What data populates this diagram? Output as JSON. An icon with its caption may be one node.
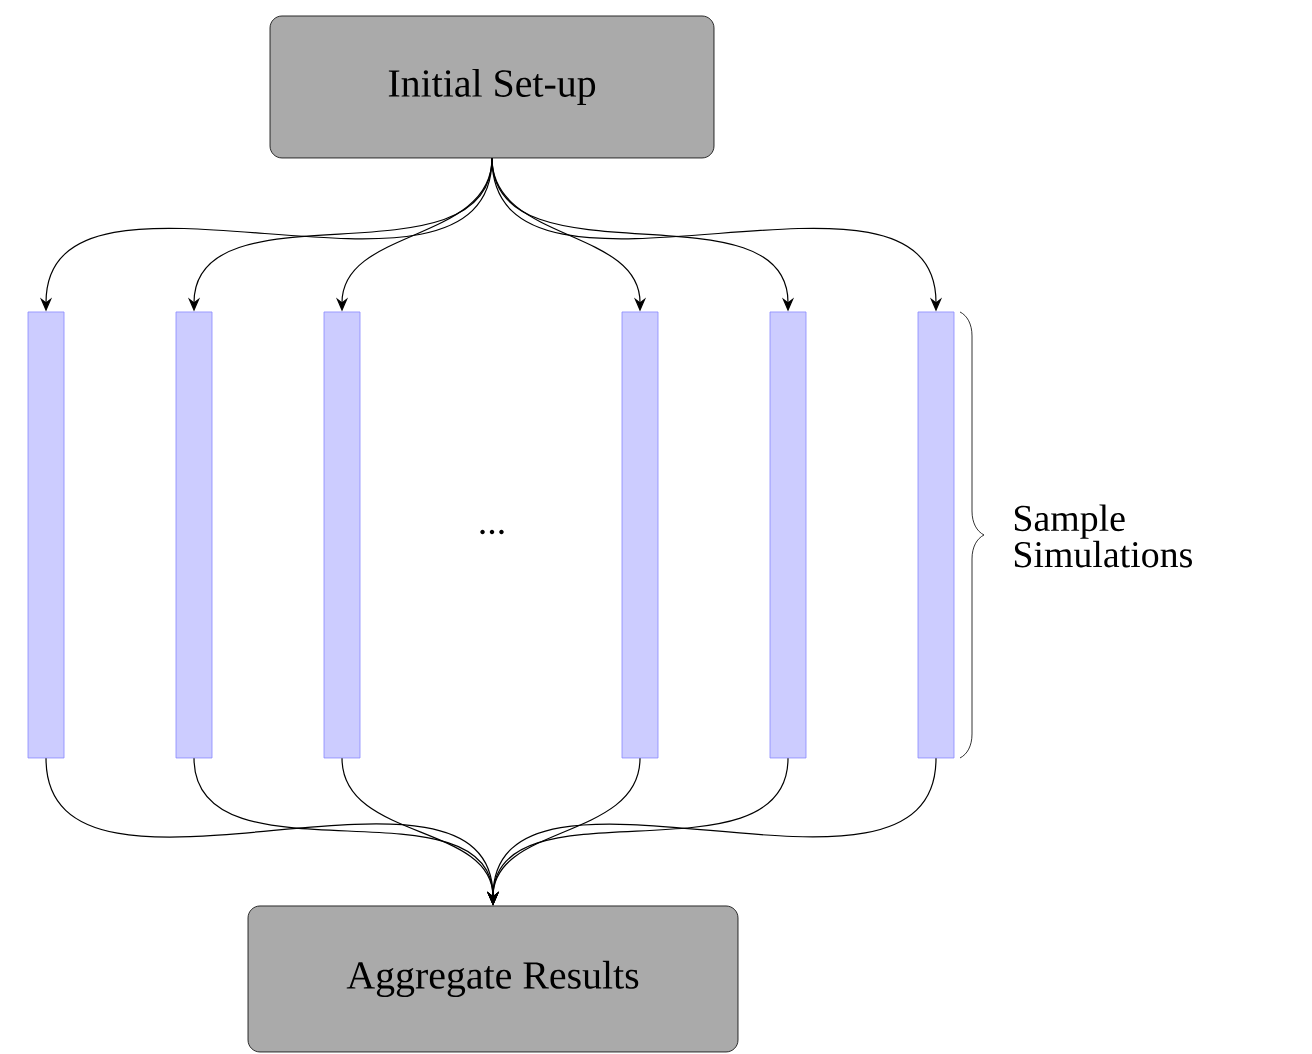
{
  "diagram": {
    "nodes": [
      {
        "text": [
          "Initial Set-up"
        ]
      },
      {
        "text": [],
        "shape": "bar"
      },
      {
        "text": [],
        "shape": "bar"
      },
      {
        "text": [],
        "shape": "bar"
      },
      {
        "text": [],
        "shape": "bar"
      },
      {
        "text": [],
        "shape": "bar"
      },
      {
        "text": [],
        "shape": "bar"
      },
      {
        "text": [
          "Aggregate Results"
        ]
      }
    ],
    "edges": [
      {
        "from": 0,
        "to": 1,
        "arrow": "to"
      },
      {
        "from": 0,
        "to": 2,
        "arrow": "to"
      },
      {
        "from": 0,
        "to": 3,
        "arrow": "to"
      },
      {
        "from": 0,
        "to": 4,
        "arrow": "to"
      },
      {
        "from": 0,
        "to": 5,
        "arrow": "to"
      },
      {
        "from": 0,
        "to": 6,
        "arrow": "to"
      },
      {
        "from": 1,
        "to": 7,
        "arrow": "to"
      },
      {
        "from": 2,
        "to": 7,
        "arrow": "to"
      },
      {
        "from": 3,
        "to": 7,
        "arrow": "to"
      },
      {
        "from": 4,
        "to": 7,
        "arrow": "to"
      },
      {
        "from": 5,
        "to": 7,
        "arrow": "to"
      },
      {
        "from": 6,
        "to": 7,
        "arrow": "to"
      }
    ],
    "labels": [
      "...",
      "Sample Simulations"
    ]
  }
}
